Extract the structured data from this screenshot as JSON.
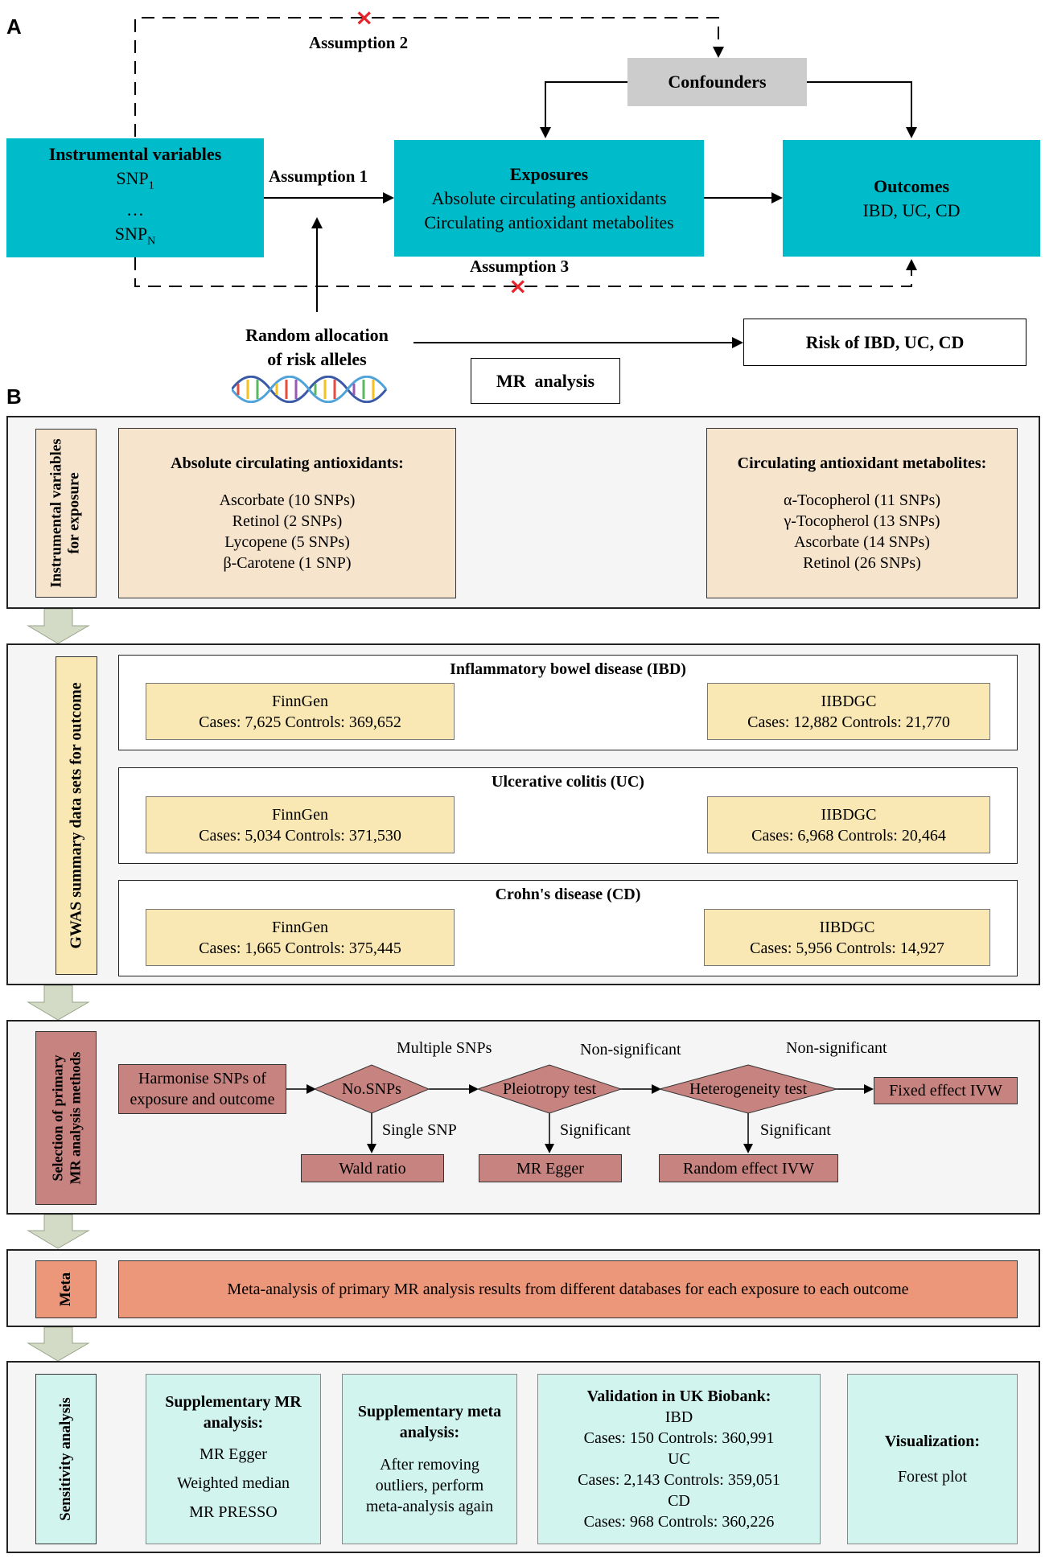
{
  "panel_a": {
    "letter": "A",
    "assumption2": "Assumption 2",
    "assumption1": "Assumption 1",
    "assumption3": "Assumption 3",
    "confounders": "Confounders",
    "iv": {
      "title": "Instrumental variables",
      "snp1": "SNP",
      "snp1_sub": "1",
      "dots": "…",
      "snpn": "SNP",
      "snpn_sub": "N"
    },
    "exposures": {
      "title": "Exposures",
      "line1": "Absolute circulating antioxidants",
      "line2": "Circulating antioxidant metabolites"
    },
    "outcomes": {
      "title": "Outcomes",
      "line1": "IBD, UC, CD"
    },
    "random_line1": "Random allocation",
    "random_line2": "of risk alleles",
    "mr_analysis": "MR  analysis",
    "risk": "Risk of IBD, UC, CD",
    "cross_mark": "×",
    "colors": {
      "teal": "#00bbc9",
      "confounders_bg": "#cccccc",
      "cross": "#e8242b"
    }
  },
  "panel_b": {
    "letter": "B",
    "s1": {
      "label": "Instrumental variables\nfor exposure",
      "left": {
        "title": "Absolute circulating antioxidants:",
        "items": [
          "Ascorbate (10 SNPs)",
          "Retinol (2 SNPs)",
          "Lycopene (5 SNPs)",
          "β-Carotene (1 SNP)"
        ]
      },
      "right": {
        "title": "Circulating antioxidant metabolites:",
        "items": [
          "α-Tocopherol (11 SNPs)",
          "γ-Tocopherol (13 SNPs)",
          "Ascorbate (14 SNPs)",
          "Retinol (26 SNPs)"
        ]
      }
    },
    "s2": {
      "label": "GWAS summary data sets for outcome",
      "groups": [
        {
          "title": "Inflammatory bowel disease (IBD)",
          "left": {
            "name": "FinnGen",
            "detail": "Cases: 7,625 Controls: 369,652"
          },
          "right": {
            "name": "IIBDGC",
            "detail": "Cases: 12,882 Controls: 21,770"
          }
        },
        {
          "title": "Ulcerative colitis (UC)",
          "left": {
            "name": "FinnGen",
            "detail": "Cases: 5,034 Controls: 371,530"
          },
          "right": {
            "name": "IIBDGC",
            "detail": "Cases: 6,968 Controls: 20,464"
          }
        },
        {
          "title": "Crohn's disease (CD)",
          "left": {
            "name": "FinnGen",
            "detail": "Cases: 1,665 Controls: 375,445"
          },
          "right": {
            "name": "IIBDGC",
            "detail": "Cases: 5,956 Controls: 14,927"
          }
        }
      ]
    },
    "s3": {
      "label": "Selection of primary\nMR analysis methods",
      "harmonise": "Harmonise SNPs of\nexposure and outcome",
      "no_snps": "No.SNPs",
      "pleiotropy": "Pleiotropy test",
      "heterogeneity": "Heterogeneity test",
      "fixed": "Fixed effect IVW",
      "wald": "Wald ratio",
      "egger": "MR Egger",
      "random": "Random effect IVW",
      "multiple": "Multiple SNPs",
      "nonsig1": "Non-significant",
      "nonsig2": "Non-significant",
      "single": "Single SNP",
      "sig1": "Significant",
      "sig2": "Significant"
    },
    "s4": {
      "label": "Meta",
      "text": "Meta-analysis of primary MR analysis results from different databases for each exposure to each outcome"
    },
    "s5": {
      "label": "Sensitivity analysis",
      "box1": {
        "title": "Supplementary MR\nanalysis:",
        "items": [
          "MR Egger",
          "Weighted median",
          "MR PRESSO"
        ]
      },
      "box2": {
        "title": "Supplementary meta\nanalysis:",
        "text": "After removing\noutliers, perform\nmeta-analysis again"
      },
      "box3": {
        "title": "Validation in UK Biobank:",
        "lines": [
          "IBD",
          "Cases: 150 Controls: 360,991",
          "UC",
          "Cases: 2,143 Controls: 359,051",
          "CD",
          "Cases: 968 Controls: 360,226"
        ]
      },
      "box4": {
        "title": "Visualization:",
        "text": "Forest plot"
      }
    }
  }
}
